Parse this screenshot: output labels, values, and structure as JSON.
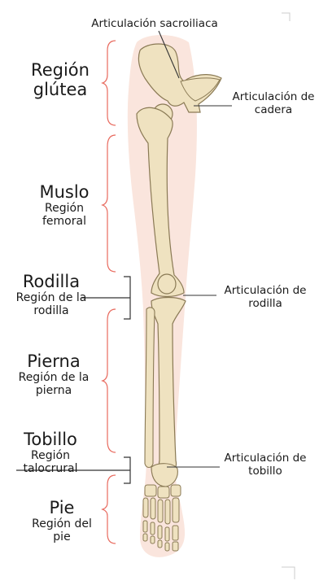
{
  "regions": [
    {
      "name": "Región",
      "name2": "glútea",
      "sub": "",
      "sub2": ""
    },
    {
      "name": "Muslo",
      "sub": "Región",
      "sub2": "femoral"
    },
    {
      "name": "Rodilla",
      "sub": "Región de la",
      "sub2": "rodilla"
    },
    {
      "name": "Pierna",
      "sub": "Región de la",
      "sub2": "pierna"
    },
    {
      "name": "Tobillo",
      "sub": "Región",
      "sub2": "talocrural"
    },
    {
      "name": "Pie",
      "sub": "Región del",
      "sub2": "pie"
    }
  ],
  "joints": [
    {
      "line1": "Articulación sacroiliaca",
      "line2": ""
    },
    {
      "line1": "Articulación de",
      "line2": "cadera"
    },
    {
      "line1": "Articulación de",
      "line2": "rodilla"
    },
    {
      "line1": "Articulación de",
      "line2": "tobillo"
    }
  ],
  "colors": {
    "bone_fill": "#efe2c0",
    "bone_stroke": "#8a7a55",
    "skin": "#fae5dd",
    "bracket": "#e86a5e",
    "line": "#333333"
  }
}
